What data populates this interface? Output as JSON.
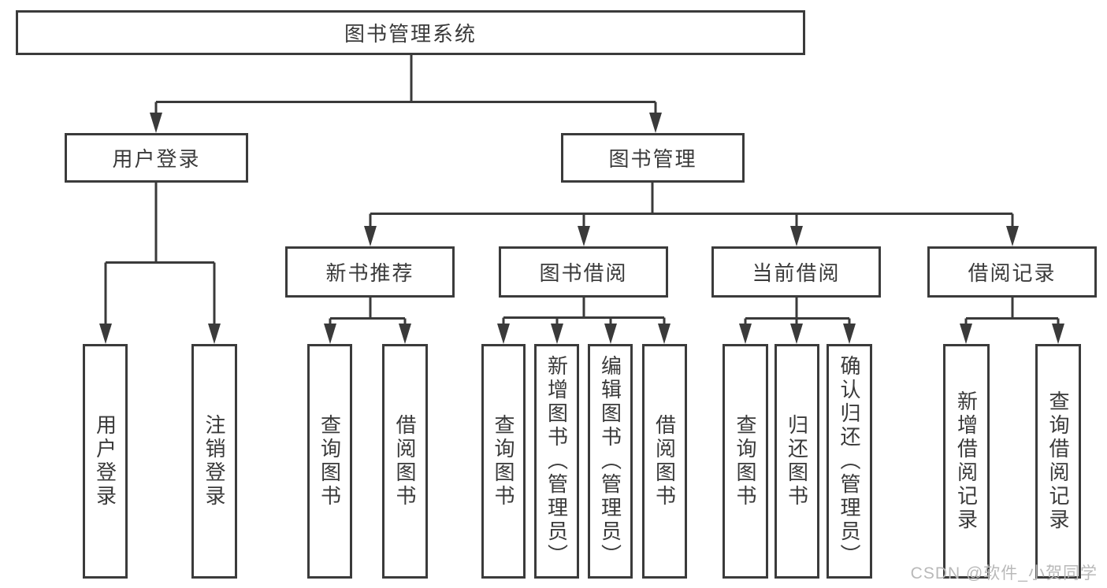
{
  "diagram": {
    "type": "hierarchy",
    "title": "图书管理系统",
    "colors": {
      "line": "#3a3a3a",
      "box_border": "#3b3b3b",
      "text": "#3a3a3a",
      "watermark": "#b9b9b9",
      "background": "#ffffff"
    },
    "tree": {
      "label": "图书管理系统",
      "children": [
        {
          "label": "用户登录",
          "children": [
            {
              "label": "用户登录"
            },
            {
              "label": "注销登录"
            }
          ]
        },
        {
          "label": "图书管理",
          "children": [
            {
              "label": "新书推荐",
              "children": [
                {
                  "label": "查询图书"
                },
                {
                  "label": "借阅图书"
                }
              ]
            },
            {
              "label": "图书借阅",
              "children": [
                {
                  "label": "查询图书"
                },
                {
                  "label": "新增图书（管理员）"
                },
                {
                  "label": "编辑图书（管理员）"
                },
                {
                  "label": "借阅图书"
                }
              ]
            },
            {
              "label": "当前借阅",
              "children": [
                {
                  "label": "查询图书"
                },
                {
                  "label": "归还图书"
                },
                {
                  "label": "确认归还（管理员）"
                }
              ]
            },
            {
              "label": "借阅记录",
              "children": [
                {
                  "label": "新增借阅记录"
                },
                {
                  "label": "查询借阅记录"
                }
              ]
            }
          ]
        }
      ]
    },
    "watermark": "CSDN @软件_小贺同学"
  }
}
